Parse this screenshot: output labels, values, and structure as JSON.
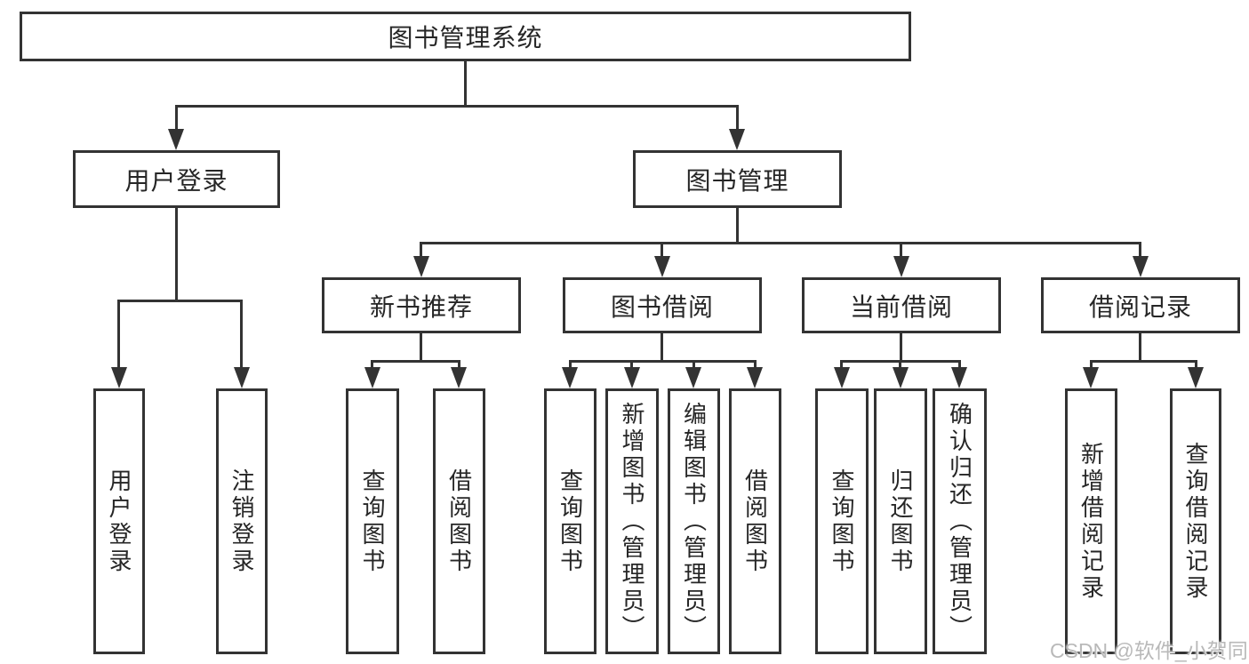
{
  "diagram": {
    "title": "图书管理系统",
    "branches": {
      "user_login": {
        "label": "用户登录",
        "children": [
          "用户登录",
          "注销登录"
        ]
      },
      "book_mgmt": {
        "label": "图书管理",
        "sections": {
          "new_book_rec": {
            "label": "新书推荐",
            "children": [
              "查询图书",
              "借阅图书"
            ]
          },
          "book_borrow": {
            "label": "图书借阅",
            "children": [
              "查询图书",
              "新增图书（管理员）",
              "编辑图书（管理员）",
              "借阅图书"
            ]
          },
          "current_borrow": {
            "label": "当前借阅",
            "children": [
              "查询图书",
              "归还图书",
              "确认归还（管理员）"
            ]
          },
          "borrow_records": {
            "label": "借阅记录",
            "children": [
              "新增借阅记录",
              "查询借阅记录"
            ]
          }
        }
      }
    }
  },
  "watermark": {
    "text": "CSDN @软件_小贺同学"
  },
  "colors": {
    "line": "#333333",
    "text": "#262626",
    "background": "#ffffff",
    "watermark": "#b9b9b9"
  }
}
